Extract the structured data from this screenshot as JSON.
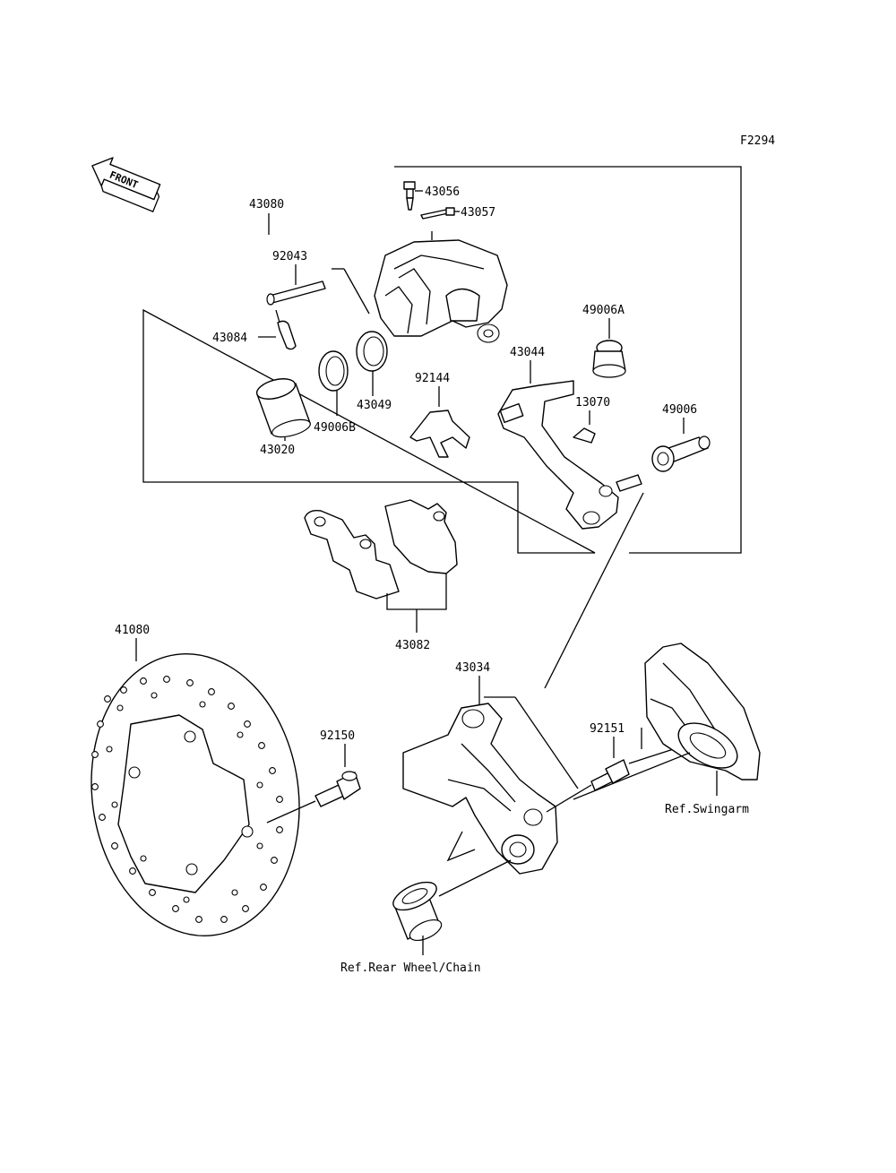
{
  "figure_id": "F2294",
  "front_label": "FRONT",
  "parts": {
    "p43080": "43080",
    "p43056": "43056",
    "p43057": "43057",
    "p92043": "92043",
    "p43084": "43084",
    "p49006A": "49006A",
    "p43044": "43044",
    "p92144": "92144",
    "p43049": "43049",
    "p13070": "13070",
    "p49006": "49006",
    "p49006B": "49006B",
    "p43020": "43020",
    "p43082": "43082",
    "p41080": "41080",
    "p43034": "43034",
    "p92150": "92150",
    "p92151": "92151"
  },
  "refs": {
    "swingarm": "Ref.Swingarm",
    "rear_wheel": "Ref.Rear Wheel/Chain"
  }
}
